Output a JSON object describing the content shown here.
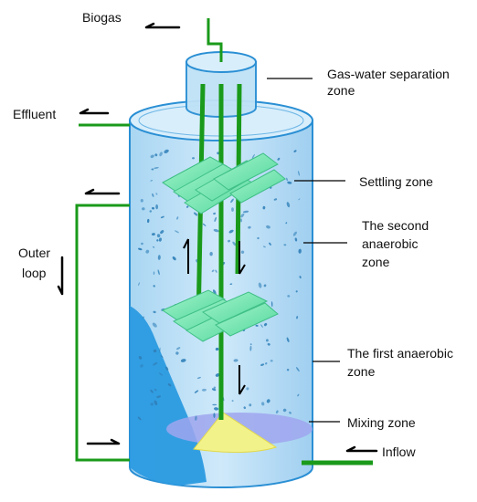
{
  "labels": {
    "biogas": "Biogas",
    "gas_water_separation_1": "Gas-water separation",
    "gas_water_separation_2": "zone",
    "effluent": "Effluent",
    "settling_zone": "Settling zone",
    "second_anaerobic_1": "The second",
    "second_anaerobic_2": "anaerobic",
    "second_anaerobic_3": "zone",
    "outer_loop_1": "Outer",
    "outer_loop_2": "loop",
    "first_anaerobic_1": "The first anaerobic",
    "first_anaerobic_2": "zone",
    "mixing_zone": "Mixing zone",
    "inflow": "Inflow"
  },
  "colors": {
    "tank_fill": "#bfe0f5",
    "tank_edge": "#2a8fd4",
    "pipe": "#1a9a1a",
    "baffle": "#7ce8b0",
    "sludge_wall": "#2a9ae0",
    "mixing_cone": "#f2f28a",
    "mixing_disk": "#9fa6ee",
    "particles": "#2f7fb8",
    "arrow": "#000000"
  }
}
